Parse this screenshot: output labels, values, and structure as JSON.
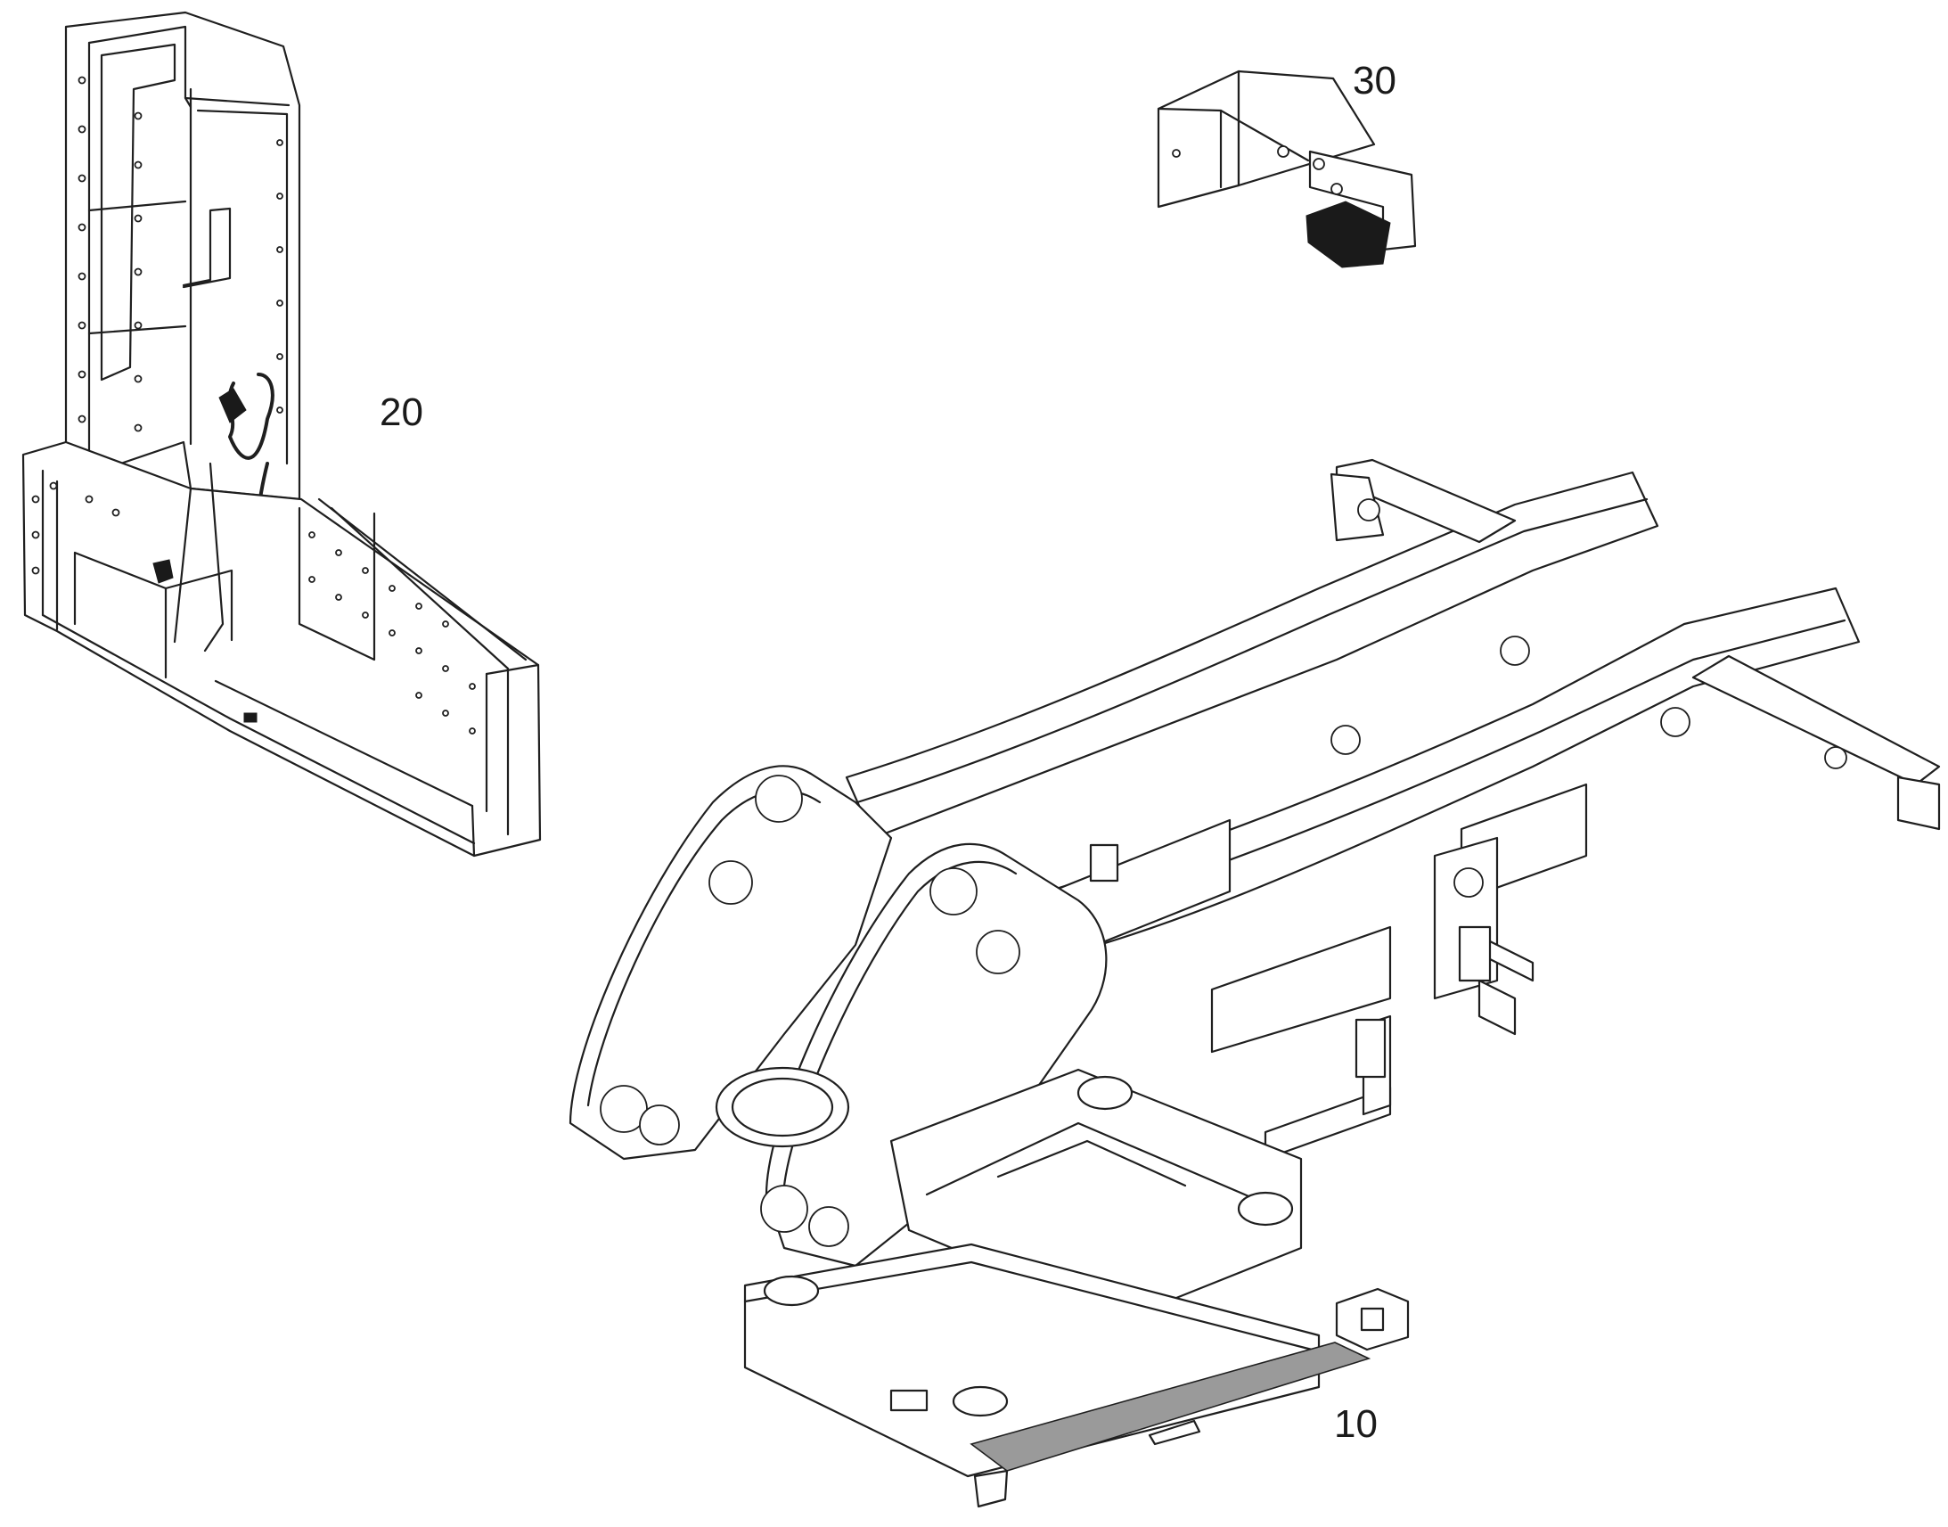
{
  "callouts": {
    "frame_assembly": "10",
    "cab_housing": "20",
    "bracket_mount": "30"
  },
  "colors": {
    "line": "#1f1f1f",
    "background": "#ffffff",
    "tread": "#9a9a9a"
  }
}
